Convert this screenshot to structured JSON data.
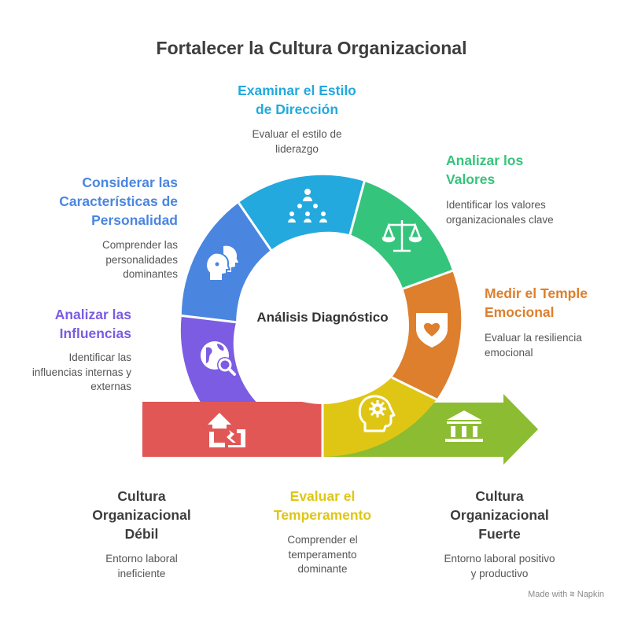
{
  "title": "Fortalecer la Cultura Organizacional",
  "center_label": "Análisis Diagnóstico",
  "colors": {
    "red": "#e15755",
    "purple": "#7b5ce3",
    "blue": "#4a86e0",
    "cyan": "#23a9dd",
    "green": "#35c47c",
    "orange": "#dd7f2c",
    "yellow": "#dfc614",
    "lime": "#8cbc32"
  },
  "steps": [
    {
      "heading": "Cultura\nOrganizacional\nDébil",
      "description": "Entorno laboral\nineficiente",
      "icon": "broken-building-icon",
      "color": "#e15755"
    },
    {
      "heading": "Analizar las\nInfluencias",
      "description": "Identificar las\ninfluencias internas y\nexternas",
      "icon": "globe-search-icon",
      "color": "#7b5ce3"
    },
    {
      "heading": "Considerar las\nCaracterísticas de\nPersonalidad",
      "description": "Comprender las\npersonalidades\ndominantes",
      "icon": "heads-icon",
      "color": "#4a86e0"
    },
    {
      "heading": "Examinar el Estilo\nde Dirección",
      "description": "Evaluar el estilo de\nliderazgo",
      "icon": "hierarchy-people-icon",
      "color": "#23a9dd"
    },
    {
      "heading": "Analizar los\nValores",
      "description": "Identificar los valores\norganizacionales clave",
      "icon": "scales-icon",
      "color": "#35c47c"
    },
    {
      "heading": "Medir el Temple\nEmocional",
      "description": "Evaluar la resiliencia\nemocional",
      "icon": "heart-shield-icon",
      "color": "#dd7f2c"
    },
    {
      "heading": "Evaluar el\nTemperamento",
      "description": "Comprender el\ntemperamento\ndominante",
      "icon": "head-gear-icon",
      "color": "#dfc614"
    },
    {
      "heading": "Cultura\nOrganizacional\nFuerte",
      "description": "Entorno laboral positivo\ny productivo",
      "icon": "institution-icon",
      "color": "#8cbc32"
    }
  ],
  "footer": "Made with ⩬ Napkin"
}
